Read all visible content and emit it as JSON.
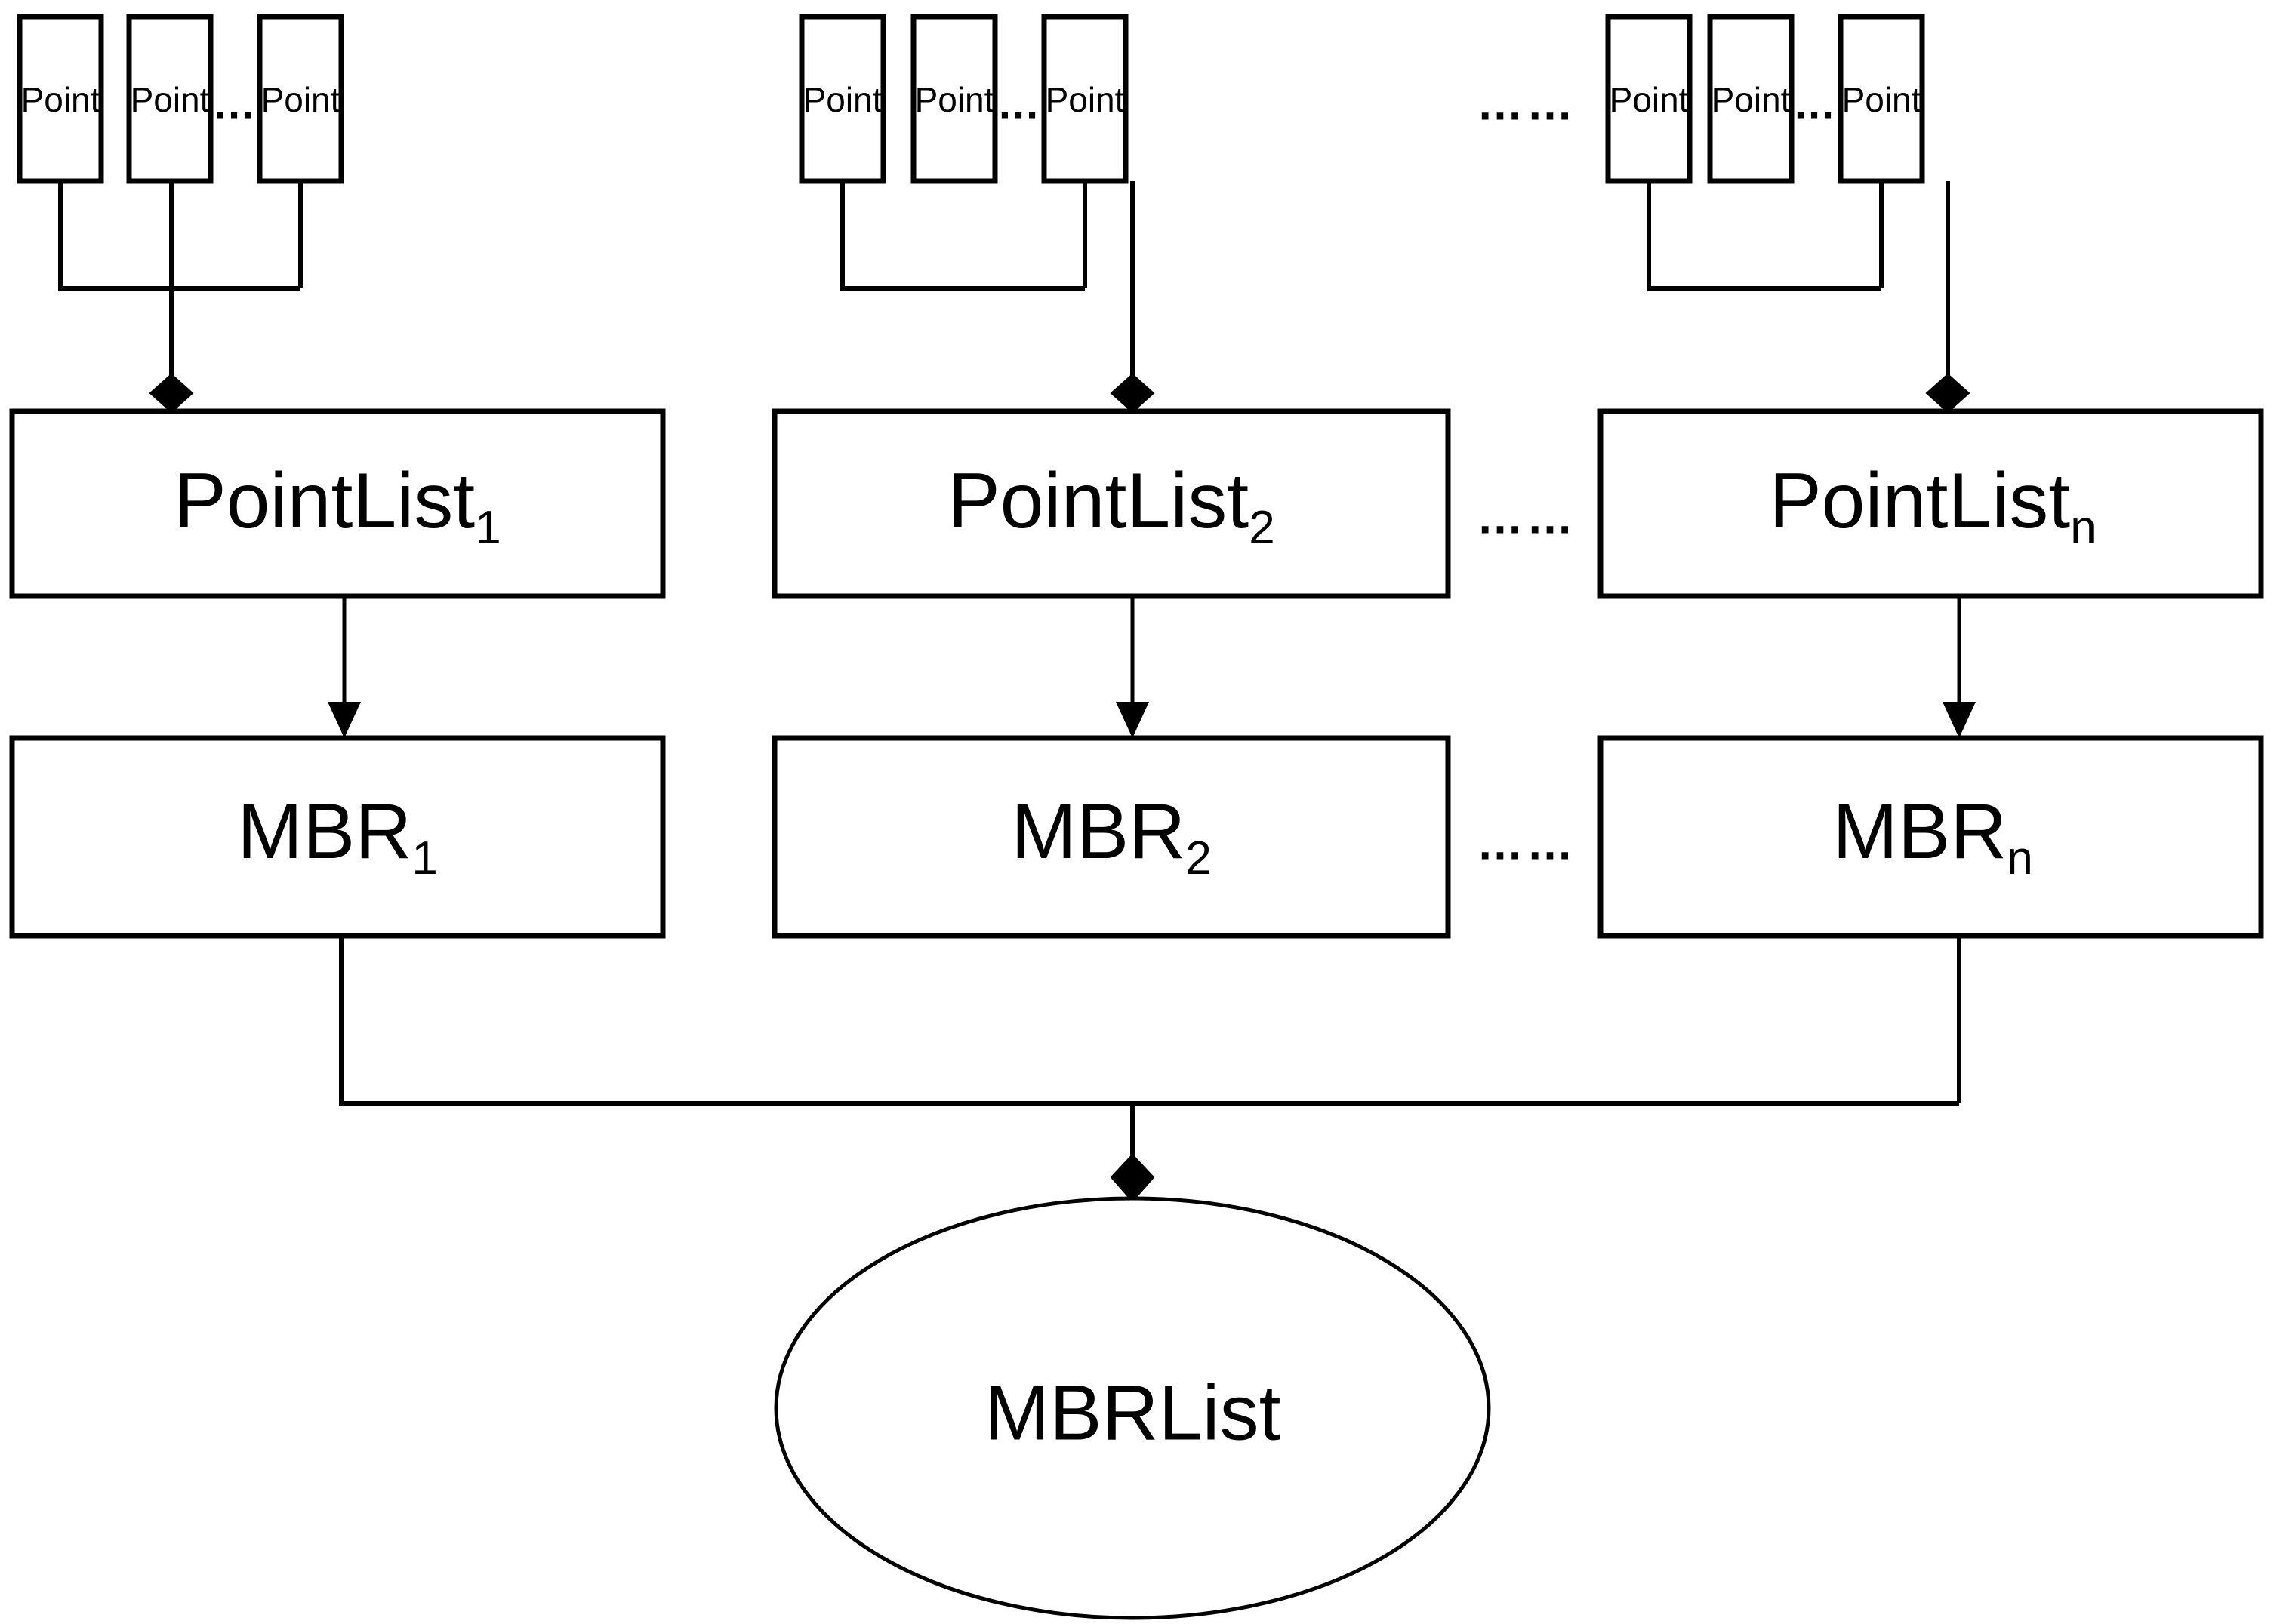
{
  "diagram": {
    "type": "uml-composition-class-diagram",
    "title": "",
    "colors": {
      "stroke": "#000000",
      "fill": "#ffffff",
      "text": "#000000"
    },
    "short_ellipsis": "...",
    "long_ellipsis": "……",
    "point_label": "Point",
    "groups": [
      {
        "id": "group-1",
        "points": [
          {
            "label": "Point"
          },
          {
            "label": "Point"
          },
          {
            "label": "Point"
          }
        ],
        "inner_ellipsis": "...",
        "list": {
          "base": "PointList",
          "subscript": "1"
        },
        "mbr": {
          "base": "MBR",
          "subscript": "1"
        }
      },
      {
        "id": "group-2",
        "points": [
          {
            "label": "Point"
          },
          {
            "label": "Point"
          },
          {
            "label": "Point"
          }
        ],
        "inner_ellipsis": "...",
        "list": {
          "base": "PointList",
          "subscript": "2"
        },
        "mbr": {
          "base": "MBR",
          "subscript": "2"
        }
      },
      {
        "id": "group-n",
        "points": [
          {
            "label": "Point"
          },
          {
            "label": "Point"
          },
          {
            "label": "Point"
          }
        ],
        "inner_ellipsis": "...",
        "list": {
          "base": "PointList",
          "subscript": "n"
        },
        "mbr": {
          "base": "MBR",
          "subscript": "n"
        }
      }
    ],
    "row_ellipses": {
      "points_row": "……",
      "pointlist_row": "……",
      "mbr_row": "……"
    },
    "root": {
      "label": "MBRList",
      "shape": "ellipse"
    }
  }
}
